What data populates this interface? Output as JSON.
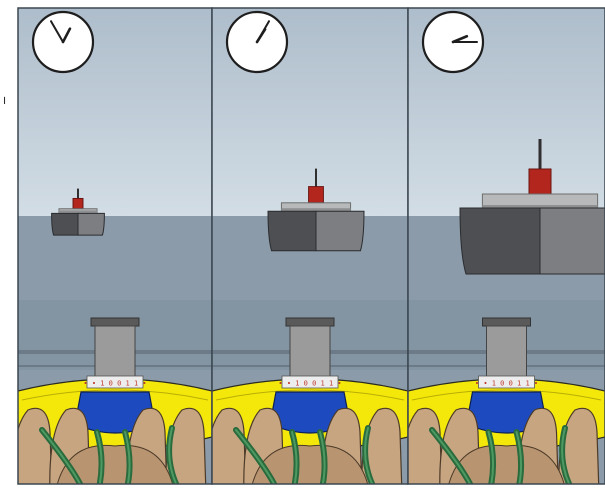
{
  "scene": {
    "panel_count": 3,
    "colors": {
      "sky_top": "#aebdcb",
      "sky_bottom": "#d2dde5",
      "sea": "#8b9ba9",
      "sea_band": "#7e8e9c",
      "rail": "#6d7b88",
      "divider": "#3b4650",
      "hull_dark": "#4d4f53",
      "hull_light": "#7c7e82",
      "deck": "#b7b9bb",
      "funnel": "#b3261d",
      "mast": "#2f2f2f",
      "ring_yellow": "#f4e80a",
      "ring_blue": "#1d4bbf",
      "cable_green": "#2a6b3e",
      "hand_skin": "#c6a580",
      "gauge_gray": "#9b9b9b",
      "clock_face": "#ffffff"
    }
  },
  "panels": [
    {
      "id": "panel-1",
      "clock_time": "12:55",
      "ship_scale": 0.33,
      "label_text": "• • 1 0 0 1 1 •"
    },
    {
      "id": "panel-2",
      "clock_time": "1:05",
      "ship_scale": 0.6,
      "label_text": "• • 1 0 0 1 1 •"
    },
    {
      "id": "panel-3",
      "clock_time": "2:15",
      "ship_scale": 1.0,
      "label_text": "• • 1 0 0 1 1 •"
    }
  ]
}
